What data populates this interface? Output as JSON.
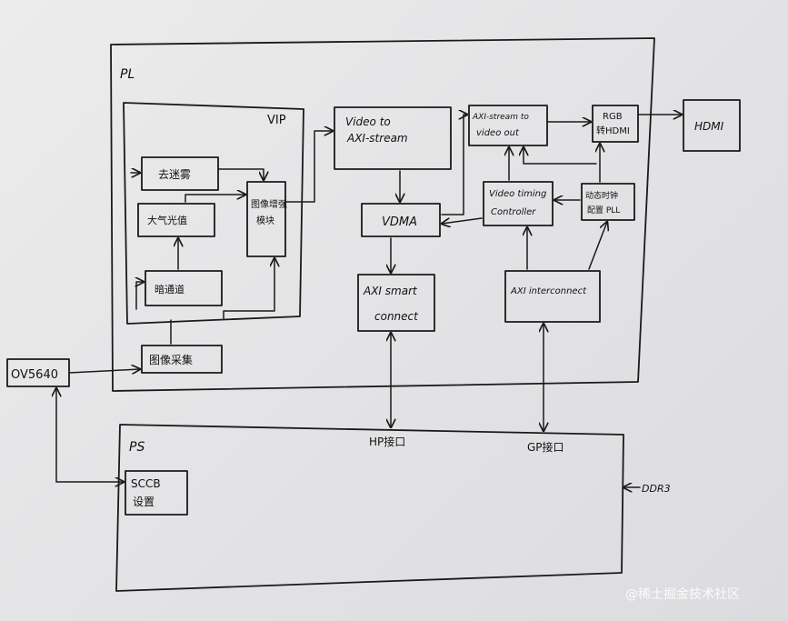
{
  "pl": {
    "label": "PL"
  },
  "vip": {
    "label": "VIP"
  },
  "blocks": {
    "b1": "去迷雾",
    "b2": "大气光值",
    "b3": "暗通道",
    "b4a": "图像增强",
    "b4b": "模块",
    "vts1": "Video to",
    "vts2": "AXI-stream",
    "atv1": "AXI-stream to",
    "atv2": "video out",
    "rgb1": "RGB",
    "rgb2": "转HDMI",
    "hdmi": "HDMI",
    "vtc1": "Video timing",
    "vtc2": "Controller",
    "clk1": "动态时钟",
    "clk2": "配置 PLL",
    "vdma": "VDMA",
    "sc1": "AXI smart",
    "sc2": "connect",
    "ic": "AXI interconnect",
    "cap": "图像采集",
    "cam": "OV5640"
  },
  "ps": {
    "label": "PS",
    "hp": "HP接口",
    "gp": "GP接口",
    "sccb1": "SCCB",
    "sccb2": "设置",
    "ddr": "DDR3"
  },
  "watermark": "@稀土掘金技术社区"
}
